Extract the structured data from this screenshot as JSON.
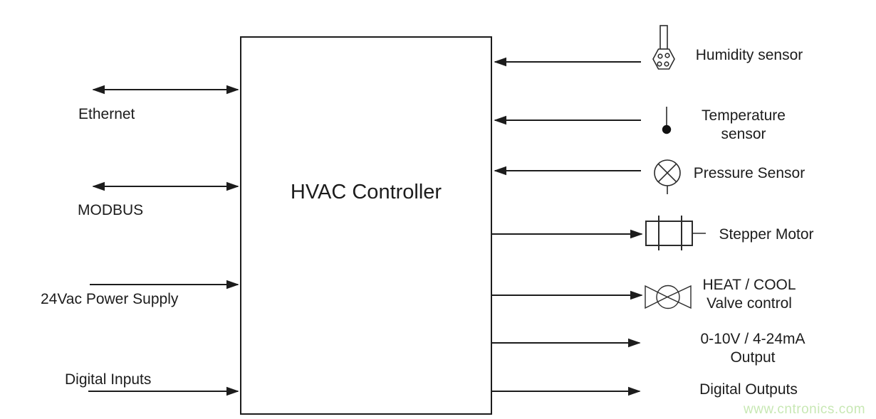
{
  "controller": {
    "title": "HVAC Controller"
  },
  "left_ports": [
    {
      "label": "Ethernet",
      "direction": "bidirectional"
    },
    {
      "label": "MODBUS",
      "direction": "bidirectional"
    },
    {
      "label": "24Vac Power Supply",
      "direction": "input"
    },
    {
      "label": "Digital Inputs",
      "direction": "input"
    }
  ],
  "right_ports": [
    {
      "label": "Humidity sensor",
      "lines": [
        "Humidity sensor"
      ],
      "direction": "input",
      "icon": "humidity-sensor-icon"
    },
    {
      "label": "Temperature sensor",
      "lines": [
        "Temperature",
        "sensor"
      ],
      "direction": "input",
      "icon": "temperature-sensor-icon"
    },
    {
      "label": "Pressure Sensor",
      "lines": [
        "Pressure Sensor"
      ],
      "direction": "input",
      "icon": "pressure-sensor-icon"
    },
    {
      "label": "Stepper Motor",
      "lines": [
        "Stepper Motor"
      ],
      "direction": "output",
      "icon": "stepper-motor-icon"
    },
    {
      "label": "HEAT / COOL Valve control",
      "lines": [
        "HEAT / COOL",
        "Valve control"
      ],
      "direction": "output",
      "icon": "valve-icon"
    },
    {
      "label": "0-10V / 4-24mA Output",
      "lines": [
        "0-10V / 4-24mA",
        "Output"
      ],
      "direction": "output",
      "icon": null
    },
    {
      "label": "Digital Outputs",
      "lines": [
        "Digital Outputs"
      ],
      "direction": "output",
      "icon": null
    }
  ],
  "watermark": {
    "text": "www.cntronics.com",
    "color": "#c8e8b4"
  },
  "colors": {
    "line": "#1c1c1c",
    "text": "#1c1c1c",
    "background": "#ffffff"
  }
}
